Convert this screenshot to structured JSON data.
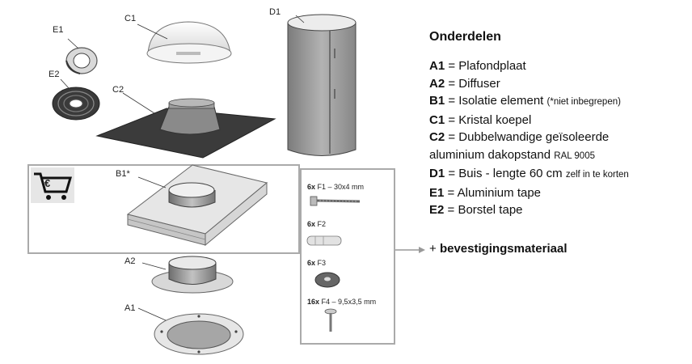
{
  "callouts": {
    "E1": "E1",
    "E2": "E2",
    "C1": "C1",
    "C2": "C2",
    "D1": "D1",
    "B1": "B1*",
    "A2": "A2",
    "A1": "A1"
  },
  "cart_symbol": "€",
  "hardware": [
    {
      "qty": "6x",
      "text": "F1 – 30x4 mm"
    },
    {
      "qty": "6x",
      "text": "F2"
    },
    {
      "qty": "6x",
      "text": "F3"
    },
    {
      "qty": "16x",
      "text": "F4 – 9,5x3,5 mm"
    }
  ],
  "legend": {
    "title": "Onderdelen",
    "items": [
      {
        "code": "A1",
        "text": " = Plafondplaat",
        "note": ""
      },
      {
        "code": "A2",
        "text": " = Diffuser",
        "note": ""
      },
      {
        "code": "B1",
        "text": " = Isolatie element ",
        "note": "(*niet inbegrepen)"
      },
      {
        "code": "C1",
        "text": " = Kristal koepel",
        "note": ""
      },
      {
        "code": "C2",
        "text": " = Dubbelwandige geïsoleerde aluminium dakopstand ",
        "note": "RAL 9005"
      },
      {
        "code": "D1",
        "text": " = Buis - lengte 60 cm ",
        "note": "zelf in te korten"
      },
      {
        "code": "E1",
        "text": " = Aluminium tape",
        "note": ""
      },
      {
        "code": "E2",
        "text": " = Borstel tape",
        "note": ""
      }
    ]
  },
  "extra": {
    "prefix": "+ ",
    "label": "bevestigingsmateriaal"
  },
  "colors": {
    "frame": "#aaaaaa",
    "roof_plate": "#3a3a3a",
    "tube": "#9a9a9a",
    "arrow": "#999999"
  }
}
